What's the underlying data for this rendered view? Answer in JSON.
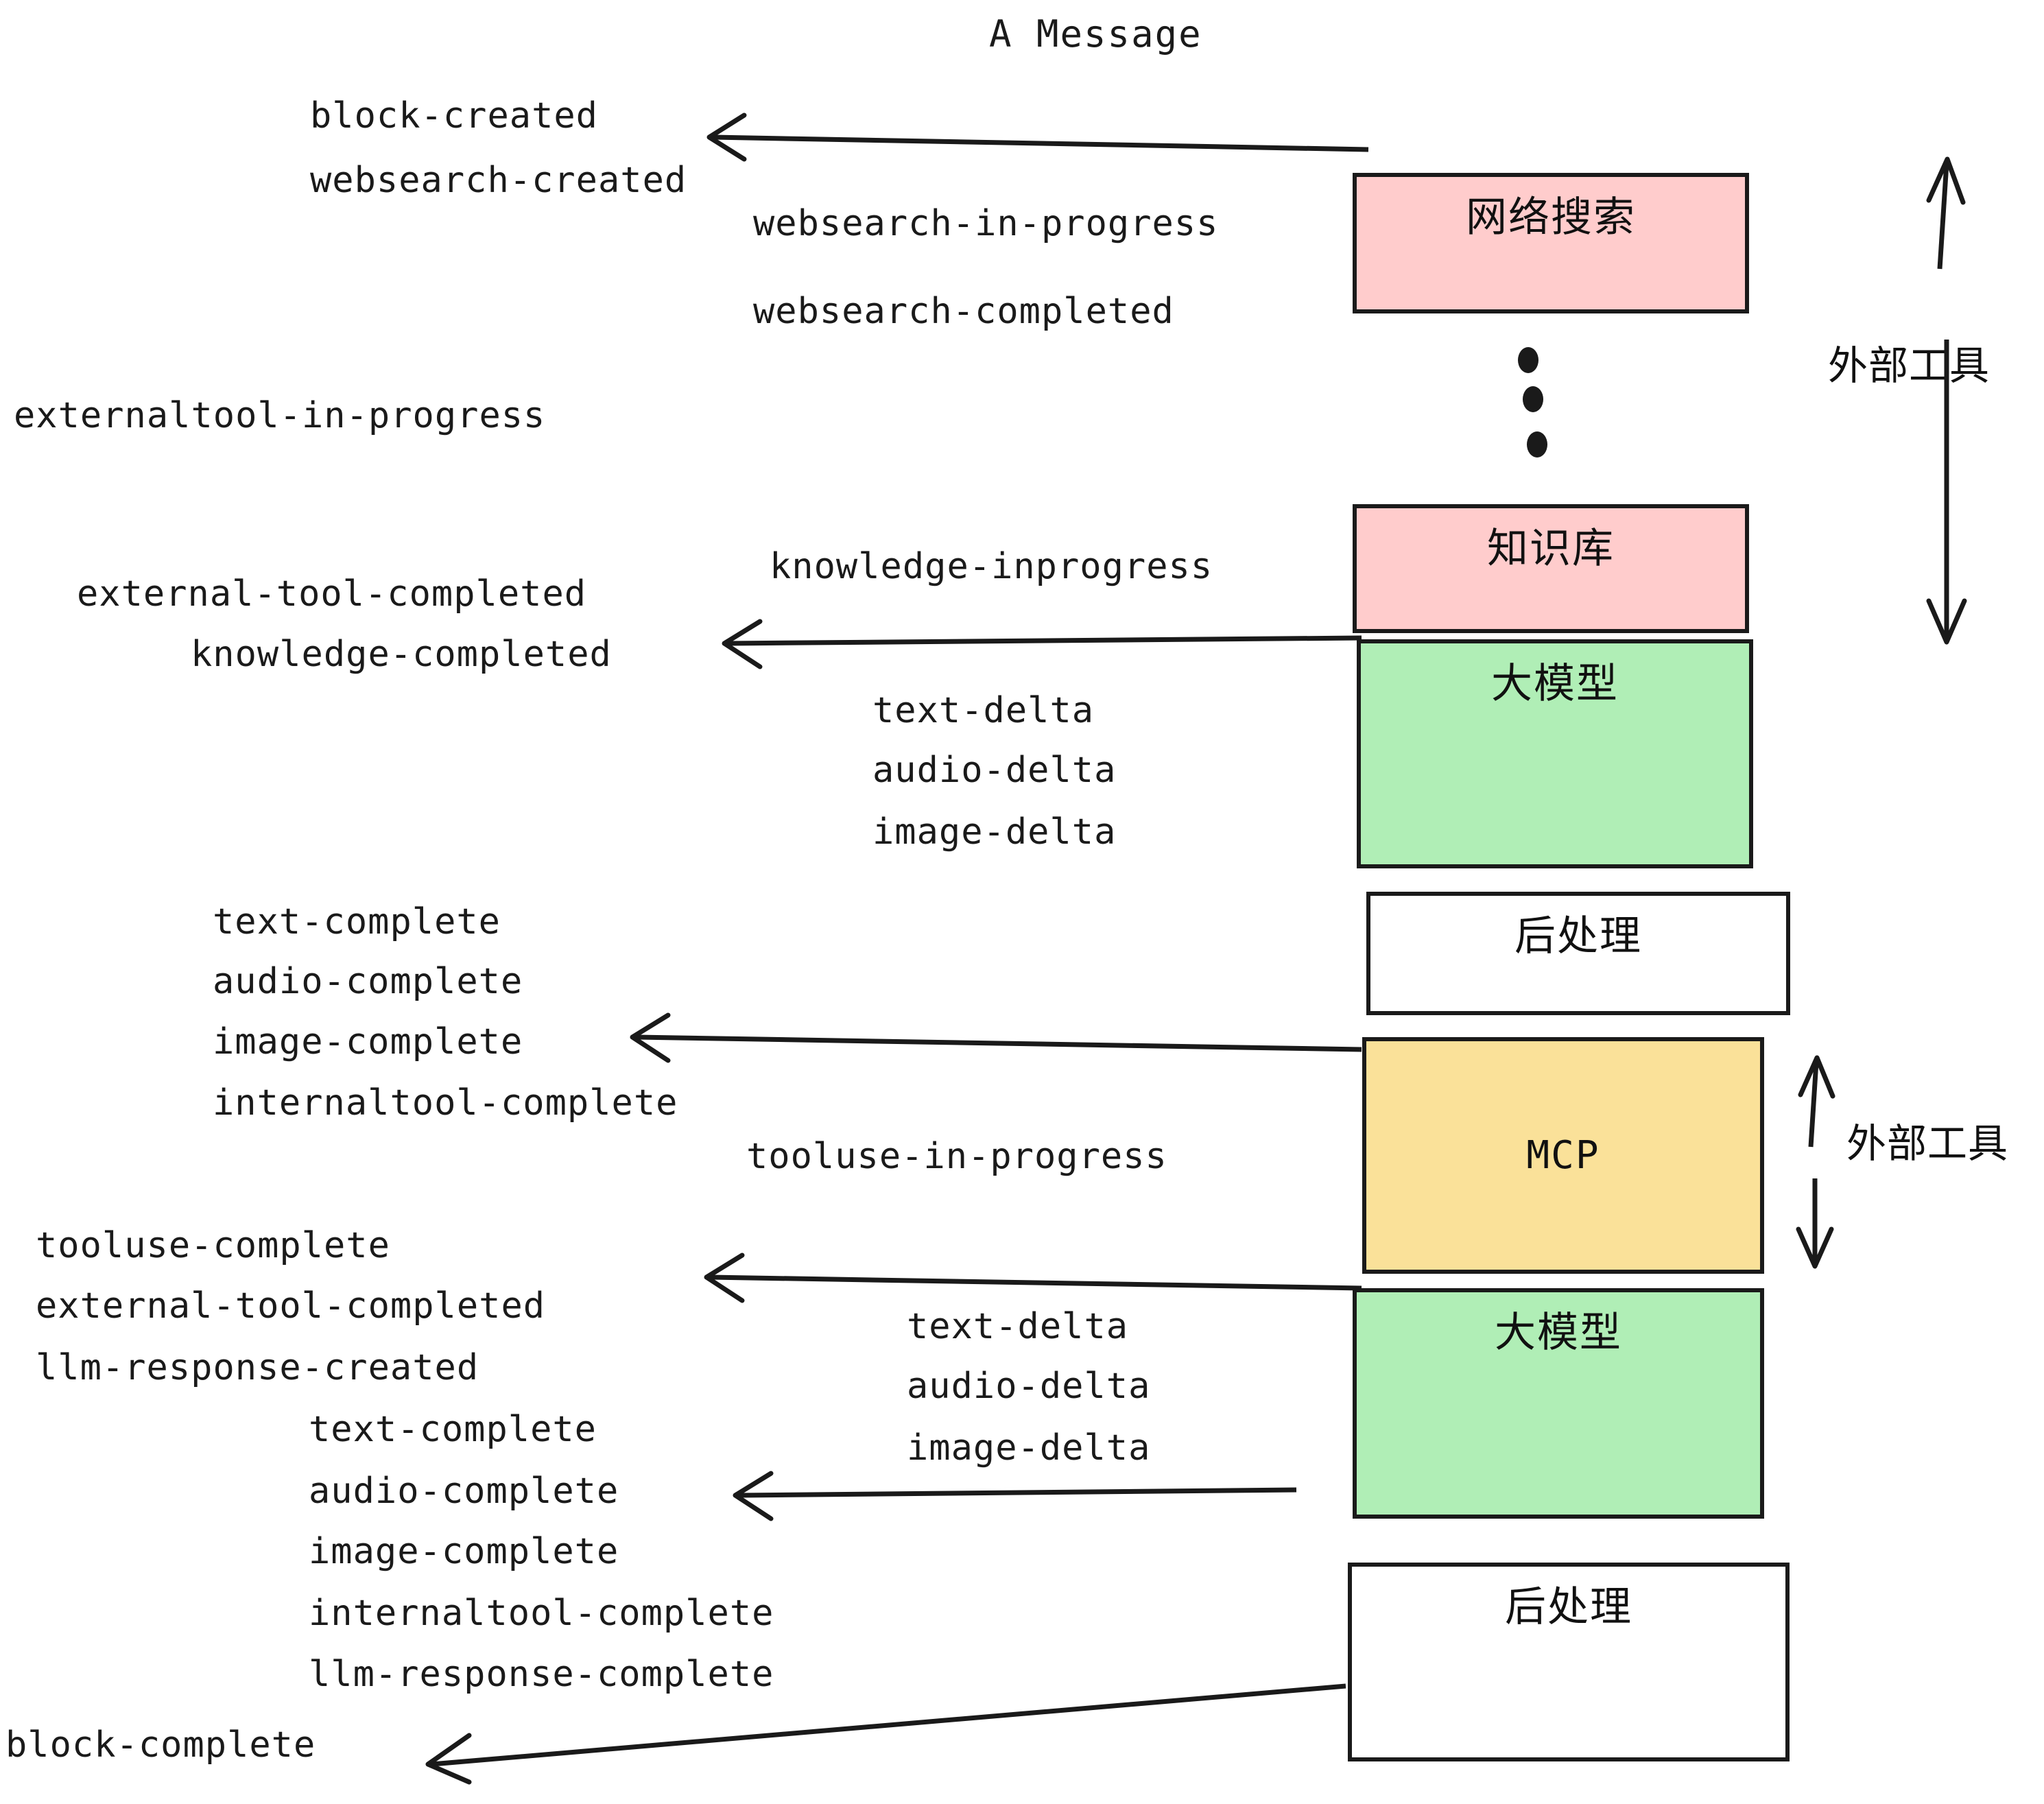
{
  "title": "A Message",
  "colors": {
    "pink": "#FFCCCC",
    "green": "#B0EEB6",
    "yellow": "#FAE199",
    "white": "#FFFFFF",
    "stroke": "#1A1A1A",
    "text": "#111111"
  },
  "boxes": [
    {
      "id": "websearch",
      "label": "网络搜索",
      "fill": "#FFCCCC"
    },
    {
      "id": "knowledge",
      "label": "知识库",
      "fill": "#FFCCCC"
    },
    {
      "id": "llm-1",
      "label": "大模型",
      "fill": "#B0EEB6"
    },
    {
      "id": "postprocess-1",
      "label": "后处理",
      "fill": "#FFFFFF"
    },
    {
      "id": "mcp",
      "label": "MCP",
      "fill": "#FAE199"
    },
    {
      "id": "llm-2",
      "label": "大模型",
      "fill": "#B0EEB6"
    },
    {
      "id": "postprocess-2",
      "label": "后处理",
      "fill": "#FFFFFF"
    }
  ],
  "side_labels": [
    {
      "id": "external-tools-top",
      "text": "外部工具"
    },
    {
      "id": "external-tools-bottom",
      "text": "外部工具"
    }
  ],
  "events": [
    {
      "id": "block-created",
      "text": "block-created"
    },
    {
      "id": "websearch-created",
      "text": "websearch-created"
    },
    {
      "id": "websearch-in-progress",
      "text": "websearch-in-progress"
    },
    {
      "id": "websearch-completed",
      "text": "websearch-completed"
    },
    {
      "id": "externaltool-in-progress",
      "text": "externaltool-in-progress"
    },
    {
      "id": "knowledge-inprogress",
      "text": "knowledge-inprogress"
    },
    {
      "id": "external-tool-completed-1",
      "text": "external-tool-completed"
    },
    {
      "id": "knowledge-completed",
      "text": "knowledge-completed"
    },
    {
      "id": "text-delta-1",
      "text": "text-delta"
    },
    {
      "id": "audio-delta-1",
      "text": "audio-delta"
    },
    {
      "id": "image-delta-1",
      "text": "image-delta"
    },
    {
      "id": "text-complete-1",
      "text": "text-complete"
    },
    {
      "id": "audio-complete-1",
      "text": "audio-complete"
    },
    {
      "id": "image-complete-1",
      "text": "image-complete"
    },
    {
      "id": "internaltool-complete-1",
      "text": "internaltool-complete"
    },
    {
      "id": "tooluse-in-progress",
      "text": "tooluse-in-progress"
    },
    {
      "id": "tooluse-complete",
      "text": "tooluse-complete"
    },
    {
      "id": "external-tool-completed-2",
      "text": "external-tool-completed"
    },
    {
      "id": "llm-response-created",
      "text": "llm-response-created"
    },
    {
      "id": "text-complete-2",
      "text": "text-complete"
    },
    {
      "id": "text-delta-2",
      "text": "text-delta"
    },
    {
      "id": "audio-delta-2",
      "text": "audio-delta"
    },
    {
      "id": "image-delta-2",
      "text": "image-delta"
    },
    {
      "id": "audio-complete-2",
      "text": "audio-complete"
    },
    {
      "id": "image-complete-2",
      "text": "image-complete"
    },
    {
      "id": "internaltool-complete-2",
      "text": "internaltool-complete"
    },
    {
      "id": "llm-response-complete",
      "text": "llm-response-complete"
    },
    {
      "id": "block-complete",
      "text": "block-complete"
    }
  ]
}
